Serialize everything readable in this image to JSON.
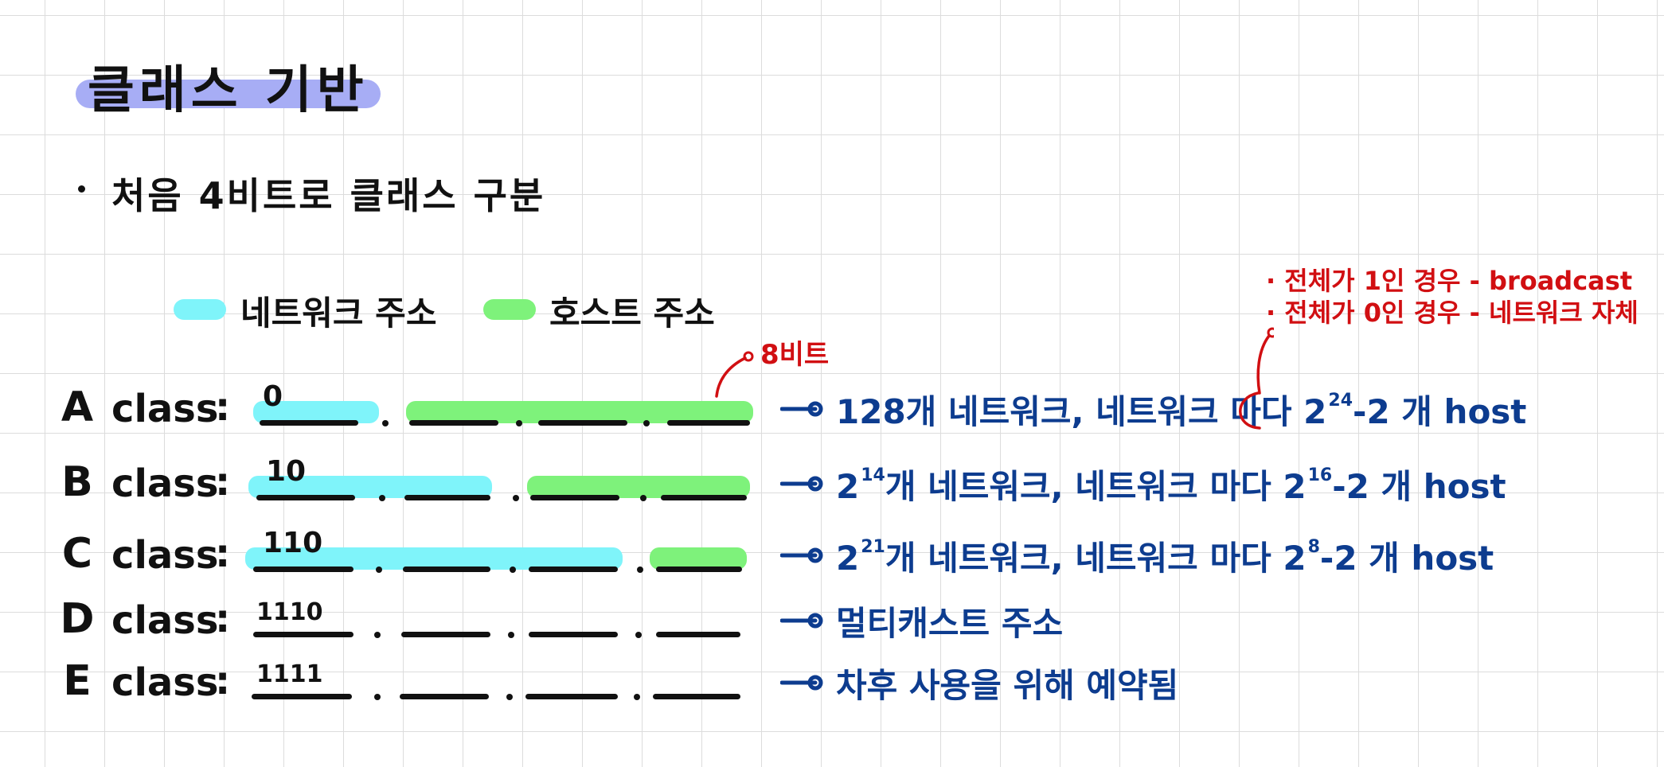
{
  "title": "클래스 기반",
  "subtitle": "처음 4비트로 클래스 구분",
  "legend": {
    "network": "네트워크 주소",
    "host": "호스트 주소"
  },
  "colors": {
    "title_highlight": "#a7adf5",
    "network": "#7ff4fa",
    "host": "#7ef27b",
    "ink": "#111111",
    "blue_note": "#0d3c8f",
    "red_note": "#d10f12"
  },
  "classes": [
    {
      "letter": "A",
      "word": "class",
      "colon": ":",
      "prefix": "0",
      "desc_pre": "128개 네트워크, 네트워크 마다 2",
      "desc_exp": "24",
      "desc_post": "-2 개 host"
    },
    {
      "letter": "B",
      "word": "class",
      "colon": ":",
      "prefix": "10",
      "desc_pre": "2",
      "desc_exp": "14",
      "desc_mid": "개 네트워크, 네트워크 마다 2",
      "desc_exp2": "16",
      "desc_post": "-2 개 host"
    },
    {
      "letter": "C",
      "word": "class",
      "colon": ":",
      "prefix": "110",
      "desc_pre": "2",
      "desc_exp": "21",
      "desc_mid": "개 네트워크, 네트워크 마다 2",
      "desc_exp2": "8",
      "desc_post": "-2 개 host"
    },
    {
      "letter": "D",
      "word": "class",
      "colon": ":",
      "prefix": "1110",
      "desc_pre": "멀티캐스트 주소"
    },
    {
      "letter": "E",
      "word": "class",
      "colon": ":",
      "prefix": "1111",
      "desc_pre": "차후 사용을 위해 예약됨"
    }
  ],
  "annotations": {
    "eight_bit": "8비트",
    "note_all_one": "· 전체가 1인 경우 - broadcast",
    "note_all_zero": "· 전체가 0인 경우 - 네트워크 자체"
  }
}
